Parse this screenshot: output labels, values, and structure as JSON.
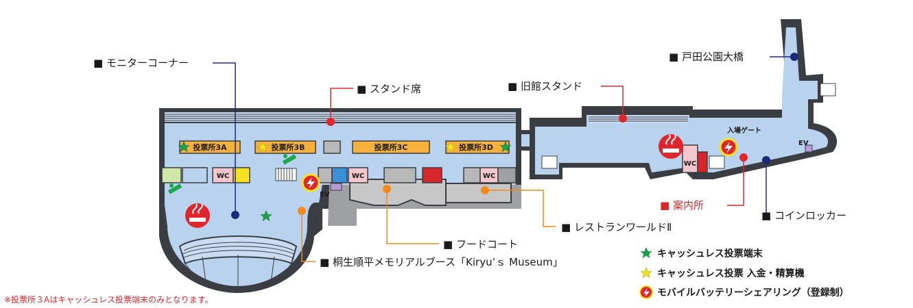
{
  "labels": {
    "monitor_corner": "■ モニターコーナー",
    "stand_seats": "■ スタンド席",
    "old_stand": "■ 旧館スタンド",
    "toda_bridge": "■ 戸田公園大橋",
    "entrance_gate": "入場ゲート",
    "info_desk": "■ 案内所",
    "coin_locker": "■ コインロッカー",
    "restaurant_world": "■ レストランワールドⅡ",
    "food_court": "■ フードコート",
    "museum_booth": "■ 桐生順平メモリアルブース「Kiryu’ｓ Museum」"
  },
  "booths": {
    "b3a": "投票所3A",
    "b3b": "投票所3B",
    "b3c": "投票所3C",
    "b3d": "投票所3D"
  },
  "facility_labels": {
    "wc": "WC",
    "ev": "EV"
  },
  "legend": {
    "cashless_terminal": "キャッシュレス投票端末",
    "cashless_deposit": "キャッシュレス投票 入金・精算機",
    "battery_sharing": "モバイルバッテリーシェアリング（登録制）"
  },
  "note": "※投票所３Aはキャッシュレス投票端末のみとなります。",
  "icons": {
    "green_star": "star-icon",
    "yellow_star": "star-icon",
    "battery": "battery-icon",
    "smoking": "smoking-icon",
    "escalator": "escalator-icon"
  },
  "colors": {
    "floor": "#b9d3ef",
    "wall": "#3a3d42",
    "booth": "#f5b13c",
    "wc": "#f5c7cd",
    "grey_block": "#b8b8b8",
    "red_dot": "#e0262d",
    "navy_dot": "#1b2a78",
    "orange_dot": "#f28a1c",
    "green_star": "#1aa64a",
    "yellow_star": "#f7e222"
  }
}
